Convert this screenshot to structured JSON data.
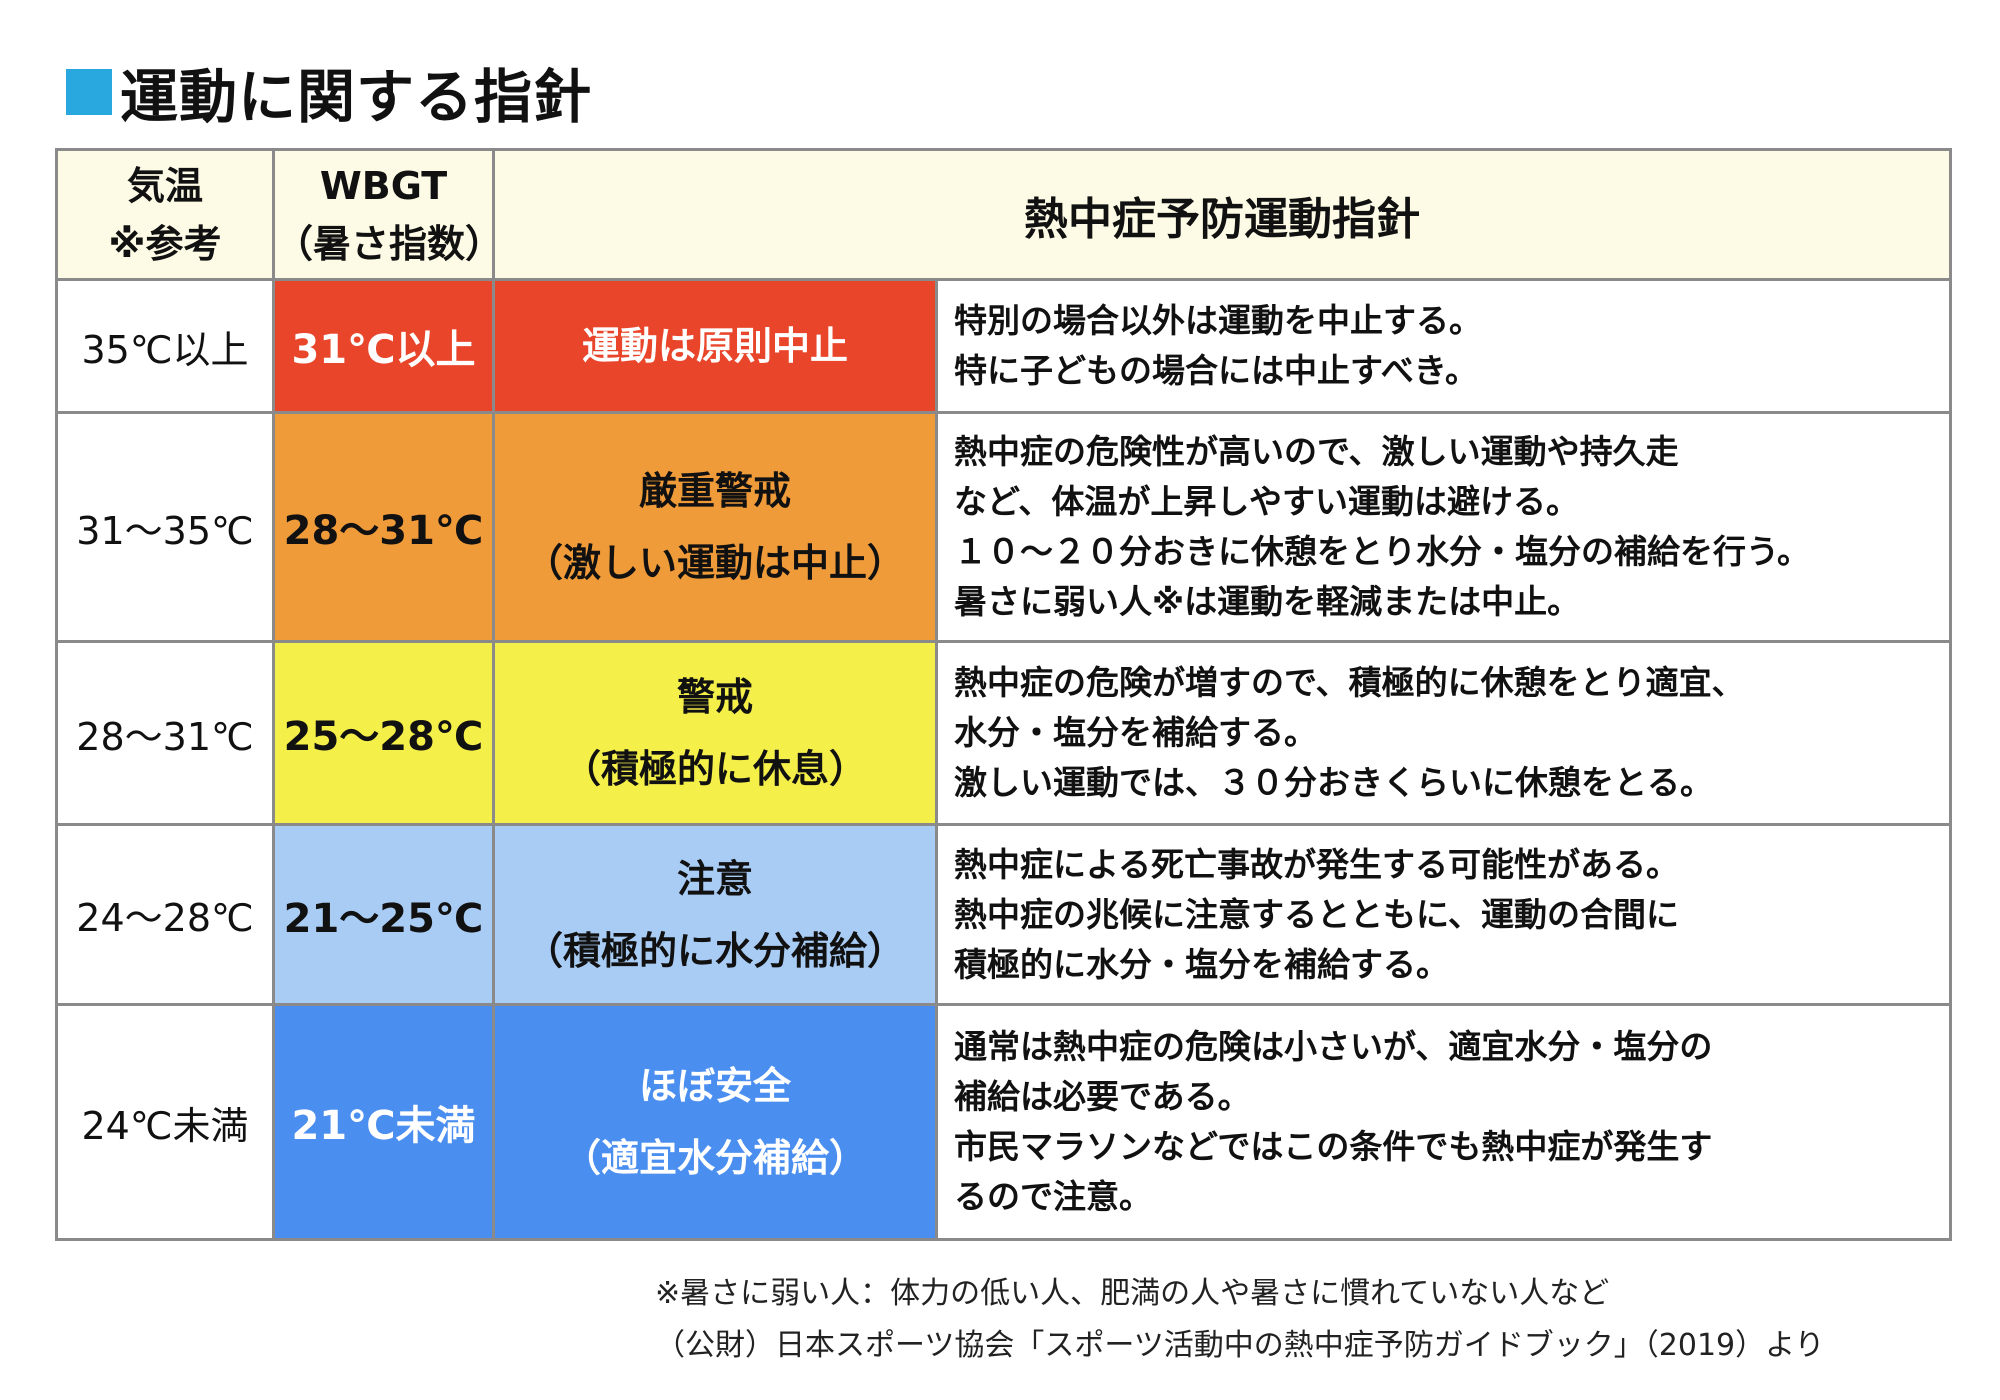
{
  "title": "運動に関する指針",
  "header": {
    "air_temp_line1": "気温",
    "air_temp_line2": "※参考",
    "wbgt_line1": "WBGT",
    "wbgt_line2": "（暑さ指数）",
    "guideline": "熱中症予防運動指針"
  },
  "rows": [
    {
      "air_temp": "35℃以上",
      "wbgt": "31℃以上",
      "level_line1": "運動は原則中止",
      "level_line2": "",
      "color": "#e8452a",
      "text_color": "#ffffff",
      "desc": [
        "特別の場合以外は運動を中止する。",
        "特に子どもの場合には中止すべき。"
      ]
    },
    {
      "air_temp": "31〜35℃",
      "wbgt": "28〜31℃",
      "level_line1": "厳重警戒",
      "level_line2": "（激しい運動は中止）",
      "color": "#f09b3a",
      "text_color": "#111111",
      "desc": [
        "熱中症の危険性が高いので、激しい運動や持久走",
        "など、体温が上昇しやすい運動は避ける。",
        "１０〜２０分おきに休憩をとり水分・塩分の補給を行う。",
        "暑さに弱い人※は運動を軽減または中止。"
      ]
    },
    {
      "air_temp": "28〜31℃",
      "wbgt": "25〜28℃",
      "level_line1": "警戒",
      "level_line2": "（積極的に休息）",
      "color": "#f5ef4a",
      "text_color": "#111111",
      "desc": [
        "熱中症の危険が増すので、積極的に休憩をとり適宜、",
        "水分・塩分を補給する。",
        "激しい運動では、３０分おきくらいに休憩をとる。"
      ]
    },
    {
      "air_temp": "24〜28℃",
      "wbgt": "21〜25℃",
      "level_line1": "注意",
      "level_line2": "（積極的に水分補給）",
      "color": "#a9ccf5",
      "text_color": "#111111",
      "desc": [
        "熱中症による死亡事故が発生する可能性がある。",
        "熱中症の兆候に注意するとともに、運動の合間に",
        "積極的に水分・塩分を補給する。"
      ]
    },
    {
      "air_temp": "24℃未満",
      "wbgt": "21℃未満",
      "level_line1": "ほぼ安全",
      "level_line2": "（適宜水分補給）",
      "color": "#4a8ef0",
      "text_color": "#ffffff",
      "desc": [
        "通常は熱中症の危険は小さいが、適宜水分・塩分の",
        "補給は必要である。",
        "市民マラソンなどではこの条件でも熱中症が発生す",
        "るので注意。"
      ]
    }
  ],
  "notes": [
    "※暑さに弱い人：体力の低い人、肥満の人や暑さに慣れていない人など",
    "（公財）日本スポーツ協会「スポーツ活動中の熱中症予防ガイドブック」（2019）より"
  ]
}
